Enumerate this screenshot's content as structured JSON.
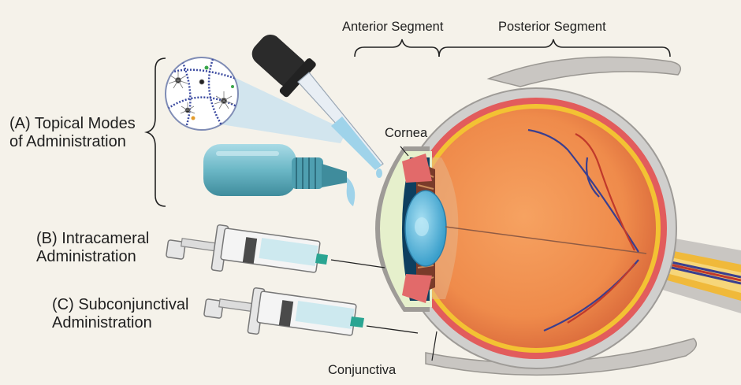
{
  "labels": {
    "anterior_segment": "Anterior Segment",
    "posterior_segment": "Posterior Segment",
    "cornea": "Cornea",
    "conjunctiva": "Conjunctiva",
    "topical_line1": "(A) Topical Modes",
    "topical_line2": "of Administration",
    "intracameral_line1": "(B) Intracameral",
    "intracameral_line2": "Administration",
    "subconj_line1": "(C) Subconjunctival",
    "subconj_line2": "Administration"
  },
  "colors": {
    "background": "#f5f2ea",
    "sclera": "#d0cfcd",
    "choroid_red": "#e25c5c",
    "retina_yellow": "#f3c233",
    "vitreous_orange": "#f08a4c",
    "iris_blue": "#0e3f5f",
    "lens_blue": "#4fb4d8",
    "cornea_green": "#e6f0cc",
    "syringe_fluid": "#cde9ef",
    "needle_teal": "#2aa592"
  }
}
